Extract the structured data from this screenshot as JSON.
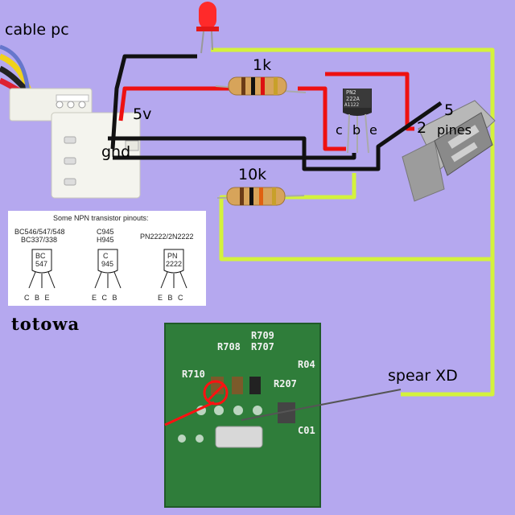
{
  "labels": {
    "cable_pc": "cable pc",
    "v5": "5v",
    "gnd": "gnd",
    "r1": "1k",
    "r2": "10k",
    "pin5": "5",
    "pin2": "2",
    "pines": "pines",
    "c": "c",
    "b": "b",
    "e": "e",
    "spear": "spear XD",
    "brand": "totowa"
  },
  "transistor_marking": [
    "PN2",
    "222A",
    "A1122"
  ],
  "pinout_chart": {
    "title": "Some NPN transistor pinouts:",
    "groups": [
      {
        "header1": "BC546/547/548",
        "header2": "BC337/338",
        "body1": "BC",
        "body2": "547",
        "pins": "C  B  E"
      },
      {
        "header1": "C945",
        "header2": "H945",
        "body1": "C",
        "body2": "945",
        "pins": "E  C  B"
      },
      {
        "header1": "PN2222/2N2222",
        "header2": "",
        "body1": "PN",
        "body2": "2222",
        "pins": "E  B  C"
      }
    ]
  },
  "pcb_labels": {
    "r709": "R709",
    "r707": "R707",
    "r708": "R708",
    "r710": "R710",
    "r207": "R207",
    "r04": "R04",
    "c01": "C01"
  },
  "colors": {
    "background": "#b5a8ef",
    "wire_yellow": "#d4f23c",
    "wire_red": "#ee1111",
    "wire_black": "#111111",
    "pcb": "#2f7d3a",
    "led": "#ff2a2a"
  }
}
